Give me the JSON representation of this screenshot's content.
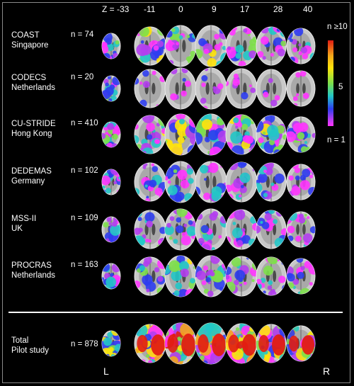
{
  "z_header": [
    "Z = -33",
    "-11",
    "0",
    "9",
    "17",
    "28",
    "40"
  ],
  "colorbar": {
    "max_label": "n ≥10",
    "mid_label": "5",
    "min_label": "n = 1"
  },
  "side_labels": {
    "left": "L",
    "right": "R"
  },
  "cohorts": [
    {
      "name": "COAST",
      "location": "Singapore",
      "n": "n = 74",
      "level": [
        0.35,
        0.55,
        0.55,
        0.55,
        0.45,
        0.4,
        0.35
      ]
    },
    {
      "name": "CODECS",
      "location": "Netherlands",
      "n": "n = 20",
      "level": [
        0.35,
        0.08,
        0.05,
        0.05,
        0.05,
        0.03,
        0.03
      ]
    },
    {
      "name": "CU-STRIDE",
      "location": "Hong Kong",
      "n": "n = 410",
      "level": [
        0.45,
        0.6,
        0.7,
        0.7,
        0.65,
        0.55,
        0.5
      ]
    },
    {
      "name": "DEDEMAS",
      "location": "Germany",
      "n": "n = 102",
      "level": [
        0.4,
        0.4,
        0.4,
        0.35,
        0.35,
        0.35,
        0.3
      ]
    },
    {
      "name": "MSS-II",
      "location": "UK",
      "n": "n = 109",
      "level": [
        0.4,
        0.4,
        0.45,
        0.4,
        0.4,
        0.35,
        0.35
      ]
    },
    {
      "name": "PROCRAS",
      "location": "Netherlands",
      "n": "n = 163",
      "level": [
        0.4,
        0.45,
        0.55,
        0.5,
        0.5,
        0.45,
        0.45
      ]
    },
    {
      "name": "Total",
      "location": "Pilot study",
      "n": "n = 878",
      "level": [
        0.7,
        0.8,
        0.9,
        0.95,
        0.95,
        0.85,
        0.8
      ]
    }
  ]
}
